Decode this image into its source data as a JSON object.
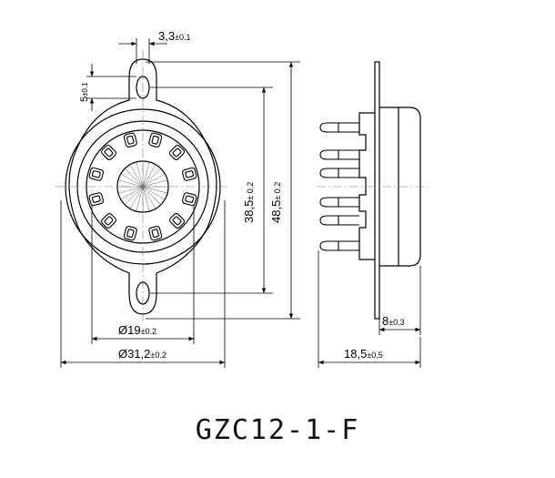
{
  "title": "GZC12-1-F",
  "dimensions": {
    "slot_width": {
      "main": "3,3",
      "tol": "±0.1"
    },
    "slot_height": {
      "main": "5",
      "tol": "±0.1"
    },
    "hole_spacing_inner": {
      "main": "38,5",
      "tol": "± 0.2"
    },
    "hole_spacing_outer": {
      "main": "48,5",
      "tol": "± 0.2"
    },
    "inner_diameter": {
      "main": "Ø19",
      "tol": "±0.2"
    },
    "outer_diameter": {
      "main": "Ø31,2",
      "tol": "±0.2"
    },
    "body_depth": {
      "main": "8",
      "tol": "±0.3"
    },
    "total_depth": {
      "main": "18,5",
      "tol": "±0.5"
    }
  },
  "colors": {
    "line": "#000000",
    "background": "#ffffff"
  }
}
